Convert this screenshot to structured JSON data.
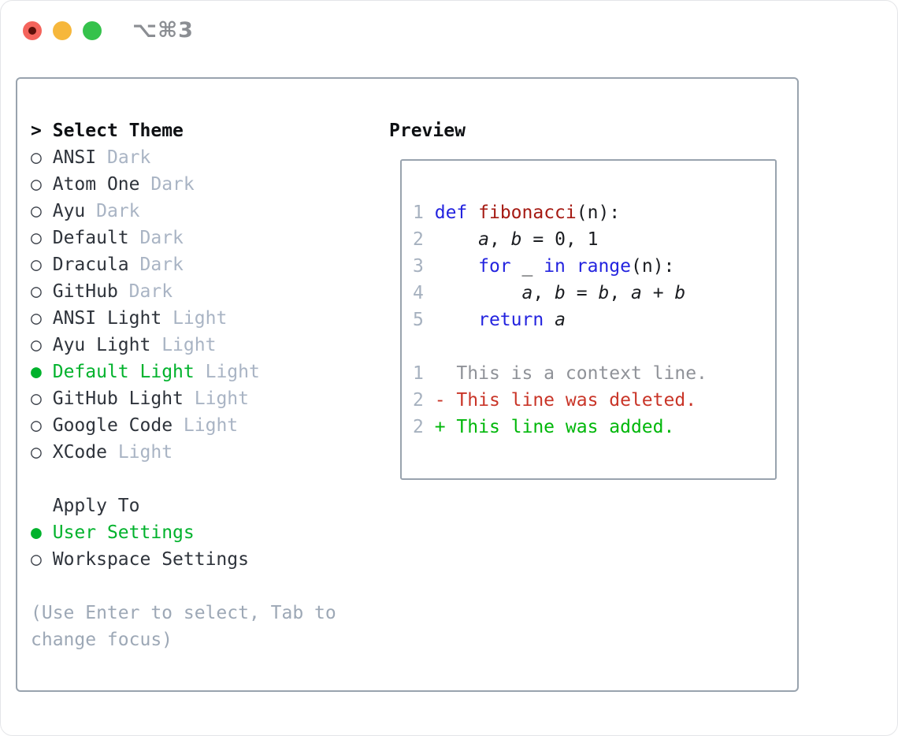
{
  "window": {
    "title": "⌥⌘3",
    "traffic_lights": [
      {
        "name": "close-button"
      },
      {
        "name": "minimize-button"
      },
      {
        "name": "zoom-button"
      }
    ]
  },
  "colors": {
    "sel": "#00b22c",
    "kw": "#2323df",
    "fn": "#a51a13",
    "del": "#c93528",
    "add": "#00b70a",
    "ctx": "#8f9298",
    "lnum": "#a6b1bf",
    "muted": "#a9b4c4",
    "hint": "#9da8b6",
    "frame": "#99a3ae",
    "circle": "#3c414a",
    "name-ink": "#2e333b",
    "head-ink": "#0e1013",
    "code-ink": "#1b1d21",
    "title-gray": "#8b8e93",
    "tl-red": "#f4645c",
    "tl-red-dot": "#5d100a",
    "tl-yellow": "#f6b73c",
    "tl-green": "#35c24c"
  },
  "glyphs": {
    "cursor": ">",
    "radio_unselected": "○",
    "radio_selected": "●"
  },
  "theme_picker": {
    "header": "Select Theme",
    "items": [
      {
        "name": "ANSI",
        "variant": "Dark",
        "selected": false
      },
      {
        "name": "Atom One",
        "variant": "Dark",
        "selected": false
      },
      {
        "name": "Ayu",
        "variant": "Dark",
        "selected": false
      },
      {
        "name": "Default",
        "variant": "Dark",
        "selected": false
      },
      {
        "name": "Dracula",
        "variant": "Dark",
        "selected": false
      },
      {
        "name": "GitHub",
        "variant": "Dark",
        "selected": false
      },
      {
        "name": "ANSI Light",
        "variant": "Light",
        "selected": false
      },
      {
        "name": "Ayu Light",
        "variant": "Light",
        "selected": false
      },
      {
        "name": "Default Light",
        "variant": "Light",
        "selected": true
      },
      {
        "name": "GitHub Light",
        "variant": "Light",
        "selected": false
      },
      {
        "name": "Google Code",
        "variant": "Light",
        "selected": false
      },
      {
        "name": "XCode",
        "variant": "Light",
        "selected": false
      }
    ],
    "apply_to": {
      "header": "Apply To",
      "options": [
        {
          "name": "User Settings",
          "selected": true
        },
        {
          "name": "Workspace Settings",
          "selected": false
        }
      ]
    },
    "hint_lines": [
      "(Use Enter to select, Tab to",
      "change focus)"
    ]
  },
  "preview": {
    "header": "Preview",
    "lines": [
      {
        "num": "1",
        "parts": [
          {
            "t": " "
          },
          {
            "t": "def",
            "c": "kw"
          },
          {
            "t": " "
          },
          {
            "t": "fibonacci",
            "c": "fn"
          },
          {
            "t": "(n):"
          }
        ]
      },
      {
        "num": "2",
        "parts": [
          {
            "t": "     "
          },
          {
            "t": "a",
            "c": "var"
          },
          {
            "t": ", "
          },
          {
            "t": "b",
            "c": "var"
          },
          {
            "t": " = 0, 1"
          }
        ]
      },
      {
        "num": "3",
        "parts": [
          {
            "t": "     "
          },
          {
            "t": "for",
            "c": "kw"
          },
          {
            "t": " _ "
          },
          {
            "t": "in",
            "c": "kw"
          },
          {
            "t": " "
          },
          {
            "t": "range",
            "c": "kw"
          },
          {
            "t": "(n):"
          }
        ]
      },
      {
        "num": "4",
        "parts": [
          {
            "t": "         "
          },
          {
            "t": "a",
            "c": "var"
          },
          {
            "t": ", "
          },
          {
            "t": "b",
            "c": "var"
          },
          {
            "t": " = "
          },
          {
            "t": "b",
            "c": "var"
          },
          {
            "t": ", "
          },
          {
            "t": "a",
            "c": "var"
          },
          {
            "t": " + "
          },
          {
            "t": "b",
            "c": "var"
          }
        ]
      },
      {
        "num": "5",
        "parts": [
          {
            "t": "     "
          },
          {
            "t": "return",
            "c": "kw"
          },
          {
            "t": " "
          },
          {
            "t": "a",
            "c": "var"
          }
        ]
      },
      {
        "num": "",
        "parts": []
      },
      {
        "num": "1",
        "parts": [
          {
            "t": "   This is a context line.",
            "c": "ctx"
          }
        ]
      },
      {
        "num": "2",
        "parts": [
          {
            "t": " - This line was deleted.",
            "c": "del"
          }
        ]
      },
      {
        "num": "2",
        "parts": [
          {
            "t": " + This line was added.",
            "c": "add"
          }
        ]
      }
    ]
  }
}
